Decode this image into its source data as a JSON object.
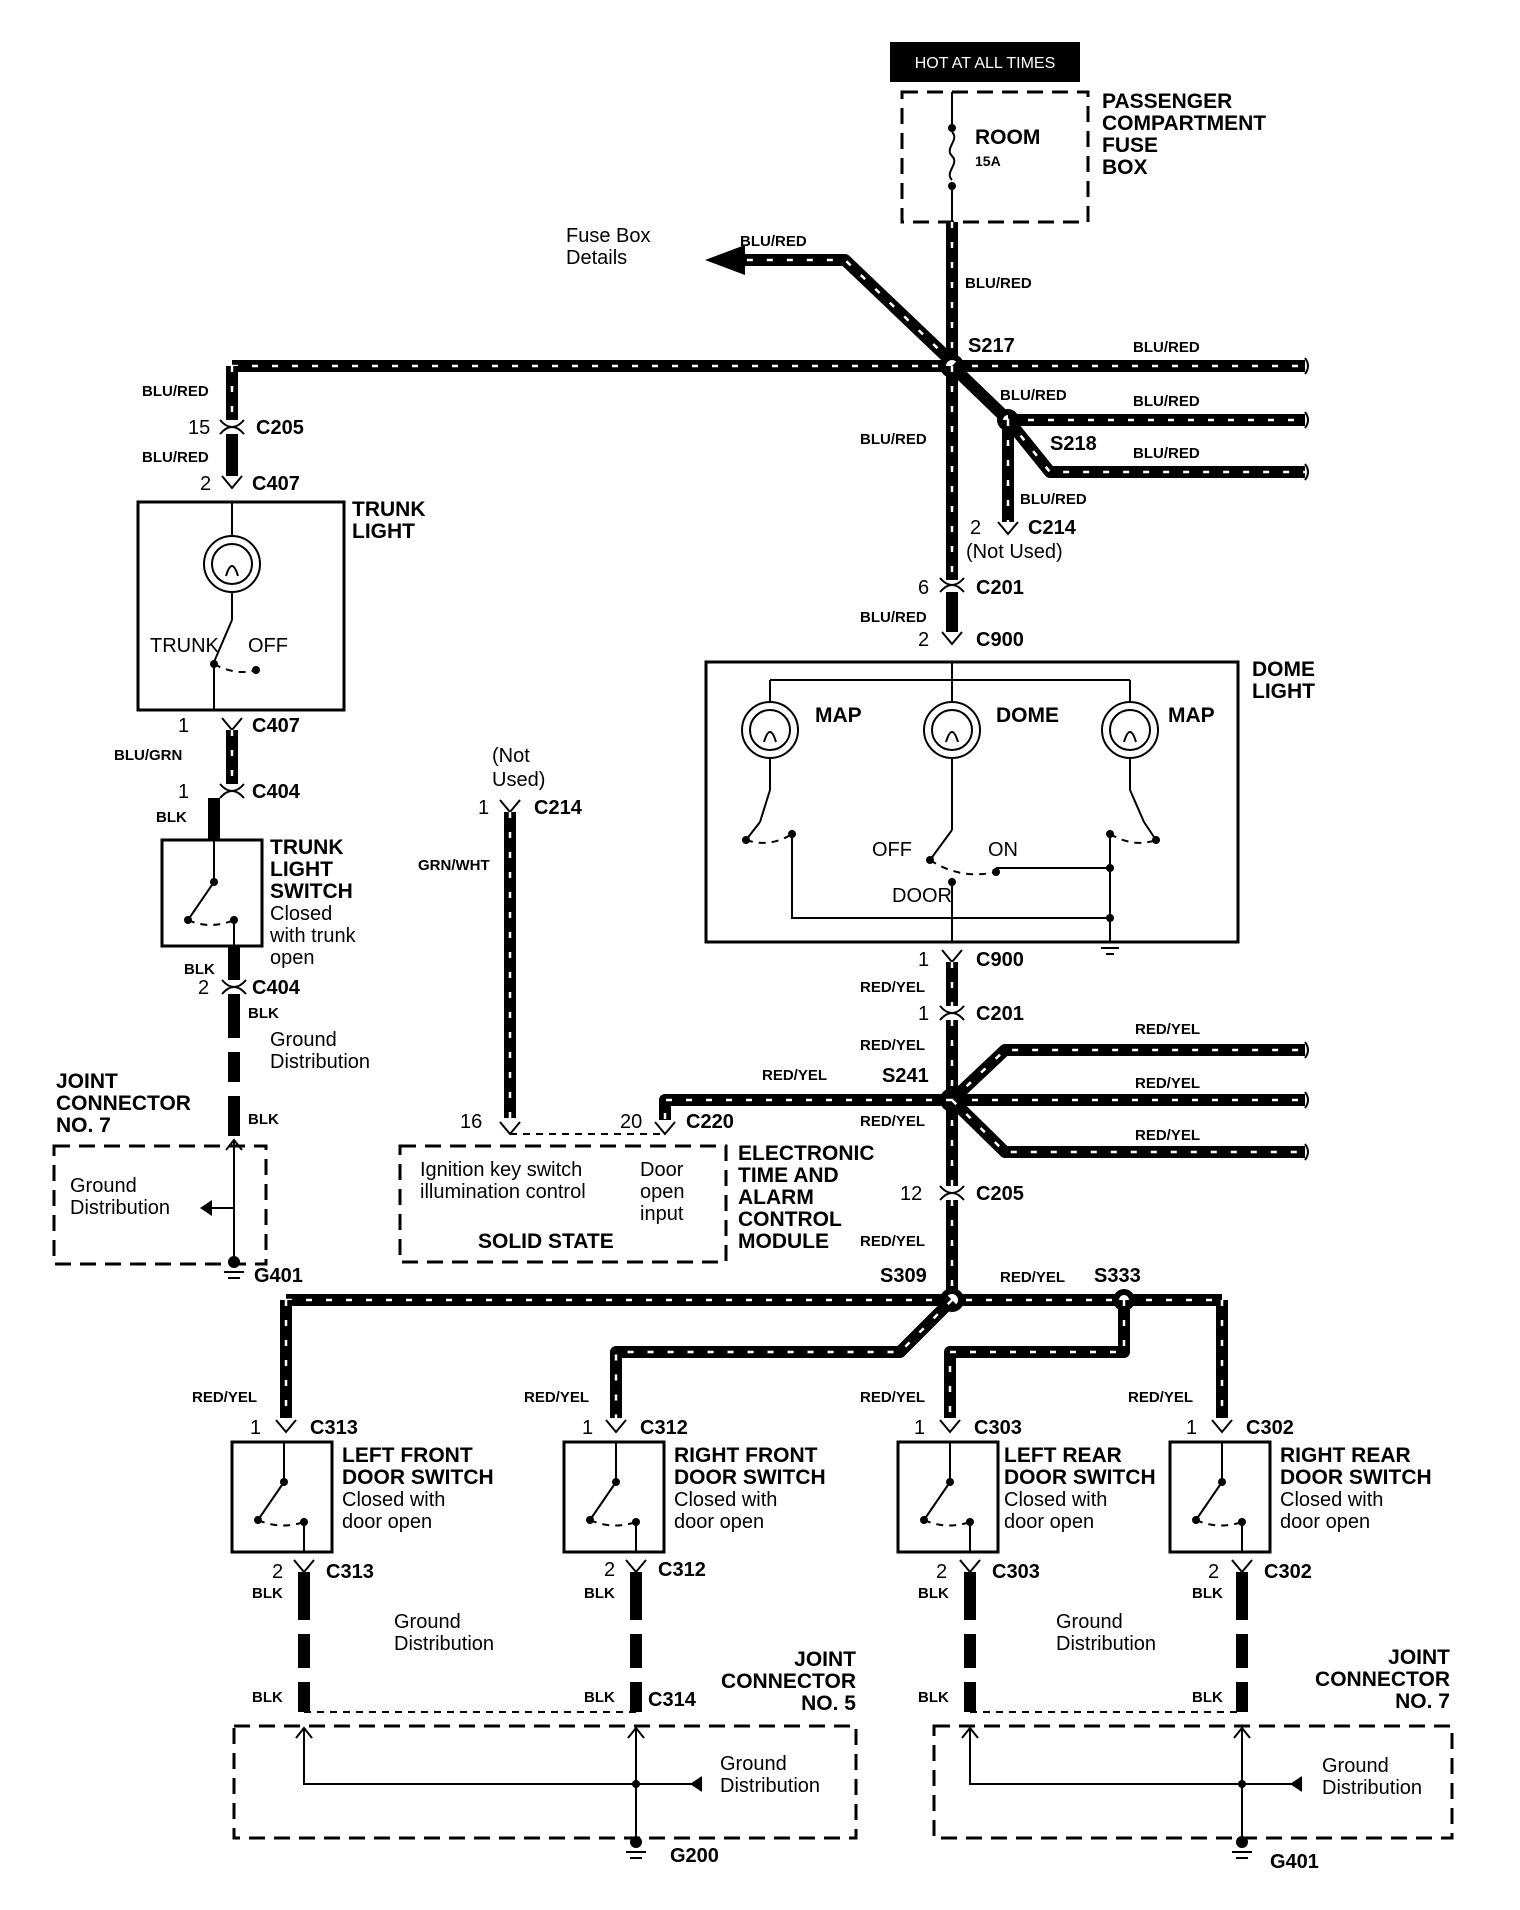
{
  "header": {
    "hot_label": "HOT AT ALL TIMES"
  },
  "fuse_box": {
    "fuse_name": "ROOM",
    "fuse_rating": "15A",
    "title_lines": [
      "PASSENGER",
      "COMPARTMENT",
      "FUSE",
      "BOX"
    ]
  },
  "fuse_box_details": [
    "Fuse Box",
    "Details"
  ],
  "splices": {
    "s217": "S217",
    "s218": "S218",
    "s241": "S241",
    "s309": "S309",
    "s333": "S333"
  },
  "connectors": {
    "c205": "C205",
    "c407": "C407",
    "c404": "C404",
    "c214": "C214",
    "c201": "C201",
    "c900": "C900",
    "c220": "C220",
    "c313": "C313",
    "c312": "C312",
    "c303": "C303",
    "c302": "C302",
    "c314": "C314"
  },
  "pins": {
    "p1": "1",
    "p2": "2",
    "p6": "6",
    "p12": "12",
    "p15": "15",
    "p16": "16",
    "p20": "20"
  },
  "wires": {
    "blu_red": "BLU/RED",
    "blu_grn": "BLU/GRN",
    "blk": "BLK",
    "grn_wht": "GRN/WHT",
    "red_yel": "RED/YEL"
  },
  "not_used": {
    "inline": "(Not Used)",
    "line1": "(Not",
    "line2": "Used)"
  },
  "trunk_light": {
    "title_lines": [
      "TRUNK",
      "LIGHT"
    ],
    "trunk": "TRUNK",
    "off": "OFF"
  },
  "trunk_light_switch": {
    "title_lines": [
      "TRUNK",
      "LIGHT",
      "SWITCH"
    ],
    "desc_lines": [
      "Closed",
      "with trunk",
      "open"
    ]
  },
  "ground_distribution": [
    "Ground",
    "Distribution"
  ],
  "joint_connector_7": [
    "JOINT",
    "CONNECTOR",
    "NO. 7"
  ],
  "joint_connector_5": [
    "JOINT",
    "CONNECTOR",
    "NO. 5"
  ],
  "grounds": {
    "g401": "G401",
    "g200": "G200"
  },
  "dome_light": {
    "title_lines": [
      "DOME",
      "LIGHT"
    ],
    "map": "MAP",
    "dome": "DOME",
    "off": "OFF",
    "on": "ON",
    "door": "DOOR"
  },
  "etacm": {
    "title_lines": [
      "ELECTRONIC",
      "TIME AND",
      "ALARM",
      "CONTROL",
      "MODULE"
    ],
    "ignition_lines": [
      "Ignition key switch",
      "illumination control"
    ],
    "door_lines": [
      "Door",
      "open",
      "input"
    ],
    "solid_state": "SOLID STATE"
  },
  "door_switches": {
    "left_front": [
      "LEFT FRONT",
      "DOOR SWITCH"
    ],
    "right_front": [
      "RIGHT FRONT",
      "DOOR SWITCH"
    ],
    "left_rear": [
      "LEFT REAR",
      "DOOR SWITCH"
    ],
    "right_rear": [
      "RIGHT REAR",
      "DOOR SWITCH"
    ],
    "desc_lines": [
      "Closed with",
      "door open"
    ]
  }
}
